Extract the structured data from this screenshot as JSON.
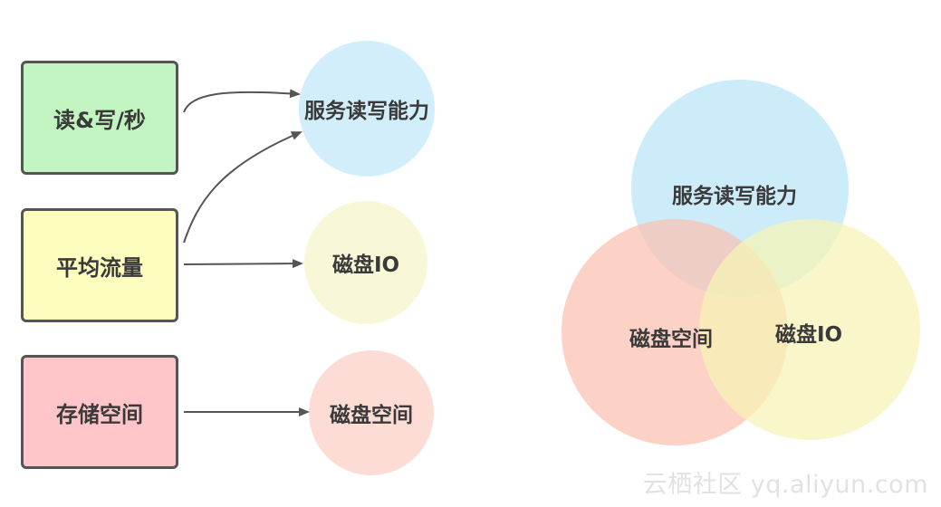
{
  "left_diagram": {
    "sources": [
      {
        "label": "读&写/秒",
        "color": "#c2f5c2"
      },
      {
        "label": "平均流量",
        "color": "#fdfdc0"
      },
      {
        "label": "存储空间",
        "color": "#ffc5c8"
      }
    ],
    "targets": [
      {
        "label": "服务读写能力",
        "color": "#d2eefa"
      },
      {
        "label": "磁盘IO",
        "color": "#f8f8d8"
      },
      {
        "label": "磁盘空间",
        "color": "#fcdcd4"
      }
    ],
    "arrow_color": "#555555"
  },
  "venn": {
    "circles": [
      {
        "label": "服务读写能力",
        "color": "#b9e4f8"
      },
      {
        "label": "磁盘空间",
        "color": "#fbc1b2"
      },
      {
        "label": "磁盘IO",
        "color": "#f6f4b4"
      }
    ]
  },
  "watermark": "云栖社区 yq.aliyun.com"
}
